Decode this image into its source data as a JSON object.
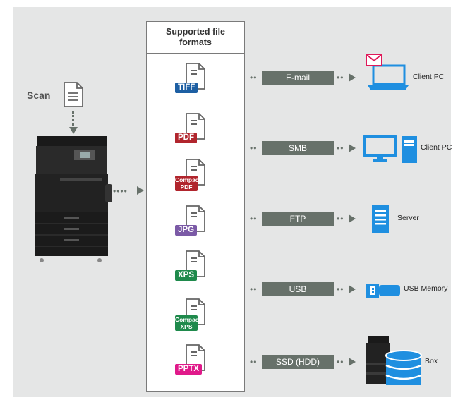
{
  "header": "Supported file formats",
  "scan_label": "Scan",
  "formats": [
    {
      "label": "TIFF",
      "color": "#1d5fa3",
      "compact": false
    },
    {
      "label": "PDF",
      "color": "#b1252d",
      "compact": false
    },
    {
      "label": "Compact PDF",
      "line1": "Compact",
      "line2": "PDF",
      "color": "#b1252d",
      "compact": true
    },
    {
      "label": "JPG",
      "color": "#7b5aa6",
      "compact": false
    },
    {
      "label": "XPS",
      "color": "#1f8a4c",
      "compact": false
    },
    {
      "label": "Compact XPS",
      "line1": "Compact",
      "line2": "XPS",
      "color": "#1f8a4c",
      "compact": true
    },
    {
      "label": "PPTX",
      "color": "#e0198a",
      "compact": false
    }
  ],
  "destinations": [
    {
      "method": "E-mail",
      "target": "Client PC",
      "icon": "laptop-mail-icon"
    },
    {
      "method": "SMB",
      "target": "Client PC",
      "icon": "desktop-pc-icon"
    },
    {
      "method": "FTP",
      "target": "Server",
      "icon": "server-icon"
    },
    {
      "method": "USB",
      "target": "USB Memory",
      "icon": "usb-memory-icon"
    },
    {
      "method": "SSD (HDD)",
      "target": "Box",
      "icon": "box-storage-icon"
    }
  ],
  "colors": {
    "accent": "#1f8fe0",
    "bar": "#67716a",
    "panel": "#e5e6e6"
  }
}
